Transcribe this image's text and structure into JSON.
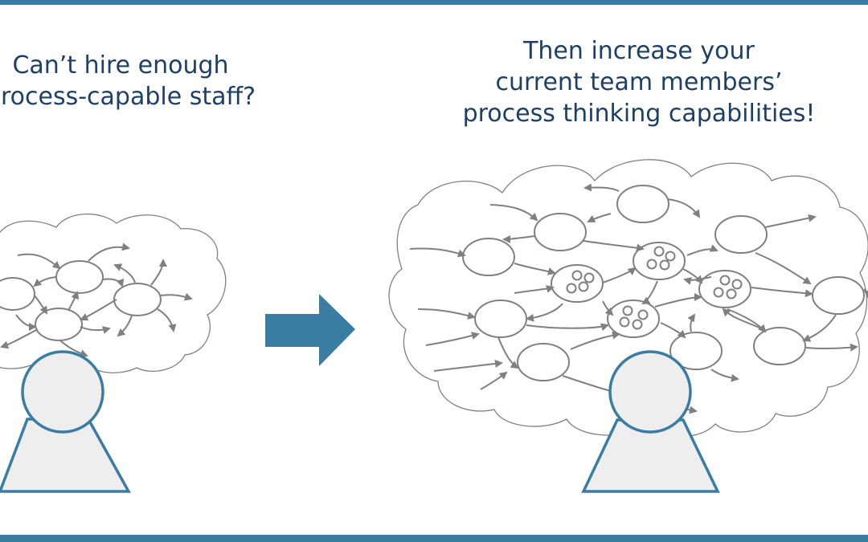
{
  "question": {
    "line1": "Can’t hire enough",
    "line2": "process-capable  staff?"
  },
  "answer": {
    "line1": "Then increase your",
    "line2": "current team members’",
    "line3": "process thinking capabilities!"
  },
  "colors": {
    "accent": "#3b7ca3",
    "heading": "#1e3f66",
    "line": "#808080",
    "fill": "#f0f0f0"
  },
  "icons": {
    "arrow": "right-arrow-icon",
    "person": "person-icon"
  }
}
